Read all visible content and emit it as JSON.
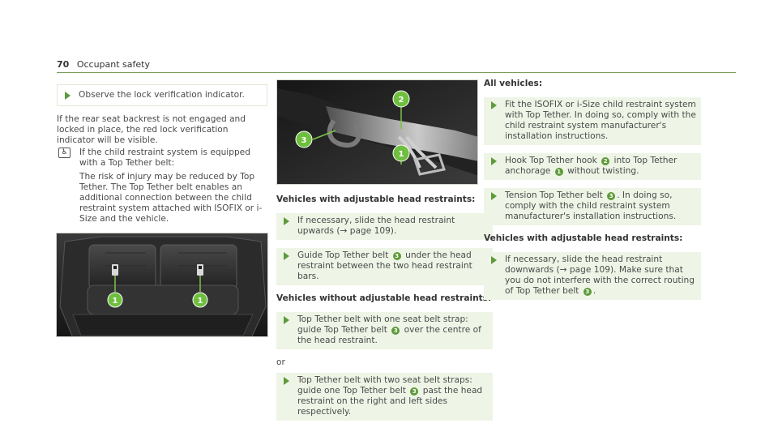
{
  "header": {
    "page_number": "70",
    "section_title": "Occupant safety"
  },
  "col1": {
    "observe_step": "Observe the lock verification indicator.",
    "para1": "If the rear seat backrest is not engaged and locked in place, the red lock verification indicator will be visible.",
    "child_icon": "child-seat-icon",
    "para2": "If the child restraint system is equipped with a Top Tether belt:",
    "para3": "The risk of injury may be reduced by Top Tether. The Top Tether belt enables an additional connection between the child restraint system attached with ISOFIX or i-Size and the vehicle.",
    "seat_photo_callout_a": "1",
    "seat_photo_callout_b": "1"
  },
  "col2": {
    "belt_photo_callouts": [
      "2",
      "3",
      "1"
    ],
    "heading_adjustable": "Vehicles with adjustable head restraints:",
    "step1a": "If necessary, slide the head restraint upwards (",
    "step1_ref": "→ page 109).",
    "step2a": "Guide Top Tether belt",
    "step2_badge": "3",
    "step2b": "under the head restraint between the two head restraint bars.",
    "heading_without": "Vehicles without adjustable head restraints:",
    "step3a": "Top Tether belt with one seat belt strap: guide Top Tether belt",
    "step3_badge": "3",
    "step3b": "over the centre of the head restraint.",
    "or_text": "or",
    "step4a": "Top Tether belt with two seat belt straps: guide one Top Tether belt",
    "step4_badge": "3",
    "step4b": "past the head restraint on the right and left sides respectively."
  },
  "col3": {
    "heading_all": "All vehicles:",
    "step1": "Fit the ISOFIX or i-Size child restraint system with Top Tether. In doing so, comply with the child restraint system manufacturer's installation instructions.",
    "step2a": "Hook Top Tether hook",
    "step2_badge_a": "2",
    "step2b": "into Top Tether anchorage",
    "step2_badge_b": "1",
    "step2c": "without twisting.",
    "step3a": "Tension Top Tether belt",
    "step3_badge": "3",
    "step3b": ". In doing so, comply with the child restraint system manufacturer's installation instructions.",
    "heading_adjustable": "Vehicles with adjustable head restraints:",
    "step4a": "If necessary, slide the head restraint downwards (",
    "step4_ref": "→ page 109). Make sure that you do not interfere with the correct routing of Top Tether belt",
    "step4_badge": "3",
    "step4_end": "."
  }
}
